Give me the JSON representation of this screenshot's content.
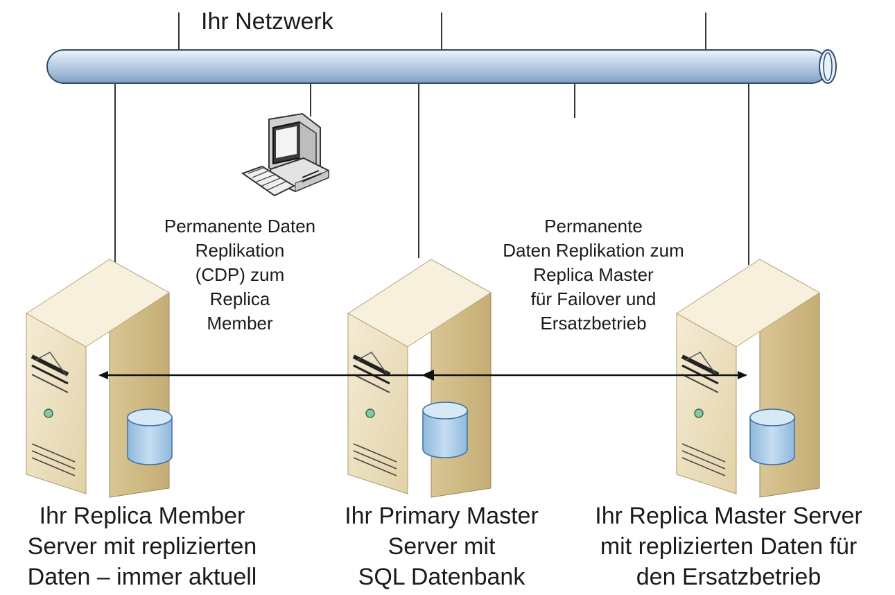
{
  "network": {
    "title": "Ihr Netzwerk"
  },
  "annotations": {
    "cdp_member": [
      "Permanente Daten",
      "Replikation",
      "(CDP) zum",
      "Replica",
      "Member"
    ],
    "cdp_master": [
      "Permanente",
      "Daten Replikation zum",
      "Replica Master",
      "für Failover und",
      "Ersatzbetrieb"
    ]
  },
  "servers": {
    "replica_member": {
      "caption": [
        "Ihr Replica Member",
        "Server mit replizierten",
        "Daten – immer aktuell"
      ]
    },
    "primary_master": {
      "caption": [
        "Ihr Primary Master",
        "Server mit",
        "SQL Datenbank"
      ]
    },
    "replica_master": {
      "caption": [
        "Ihr Replica Master Server",
        "mit replizierten Daten für",
        "den Ersatzbetrieb"
      ]
    }
  },
  "colors": {
    "pipe_light": "#dbe6f2",
    "pipe_mid": "#a9c1dc",
    "pipe_dark": "#5d7fa5",
    "server_front": "#eee3c6",
    "server_side": "#d3bf8f",
    "server_top": "#f6efdc",
    "db_body": "#a7cbe8",
    "db_top": "#d6e9f7",
    "led": "#7fc4a0"
  }
}
